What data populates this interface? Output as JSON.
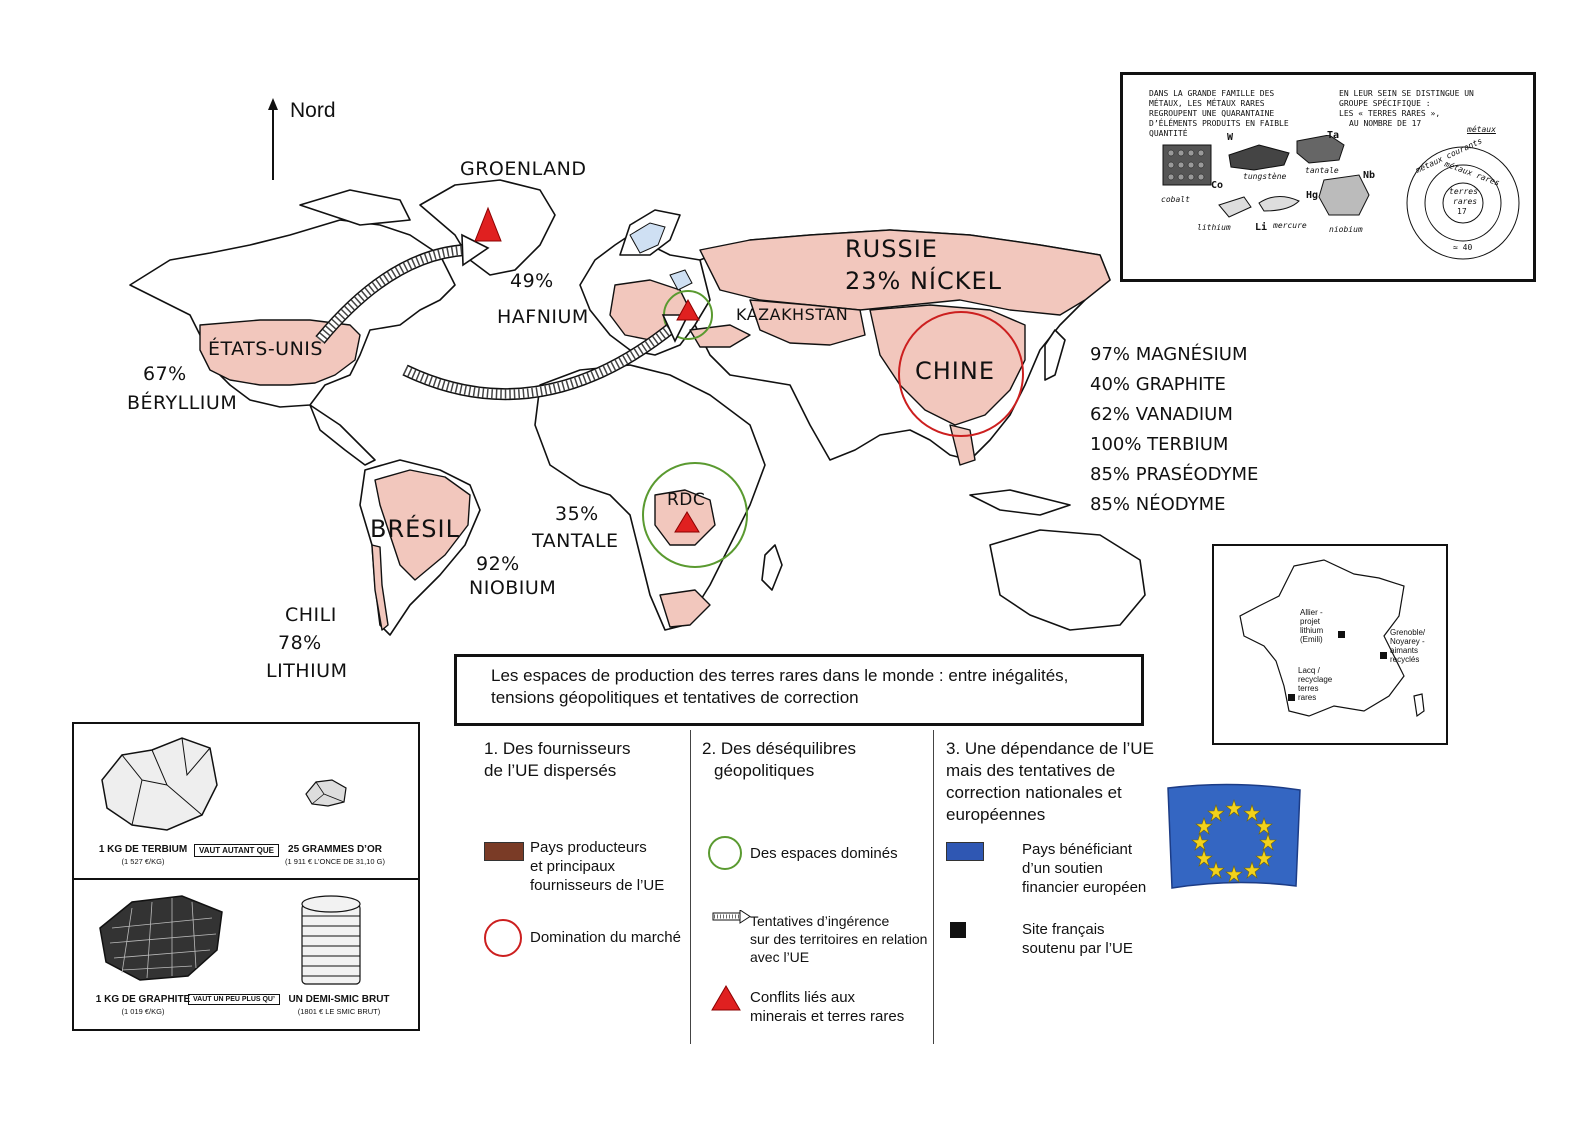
{
  "compass": {
    "label": "Nord"
  },
  "map_labels": {
    "greenland": "GROENLAND",
    "russia": "RUSSIE",
    "russia_stat": "23% NÍCKEL",
    "usa": "ÉTATS-UNIS",
    "usa_stat_pct": "67%",
    "usa_stat_metal": "BÉRYLLIUM",
    "eu_stat_pct": "49%",
    "eu_stat_metal": "HAFNIUM",
    "kazakhstan": "KAZAKHSTAN",
    "china": "CHINE",
    "brazil": "BRÉSIL",
    "brazil_stat_pct": "92%",
    "brazil_stat_metal": "NIOBIUM",
    "drc": "RDC",
    "drc_stat_pct": "35%",
    "drc_stat_metal": "TANTALE",
    "chile": "CHILI",
    "chile_stat_pct": "78%",
    "chile_stat_metal": "LITHIUM"
  },
  "china_stats": [
    "97% MAGNÉSIUM",
    "40% GRAPHITE",
    "62% VANADIUM",
    "100% TERBIUM",
    "85% PRASÉODYME",
    "85% NÉODYME"
  ],
  "title_box": {
    "line1": "Les espaces de production des terres rares dans le monde : entre inégalités,",
    "line2": "tensions géopolitiques et tentatives de correction"
  },
  "legend": {
    "col1": {
      "heading1": "1. Des fournisseurs",
      "heading2": "de l’UE dispersés",
      "item1_l1": "Pays producteurs",
      "item1_l2": "et principaux",
      "item1_l3": "fournisseurs de l’UE",
      "item2": "Domination du marché"
    },
    "col2": {
      "heading1": "2. Des déséquilibres",
      "heading2": "géopolitiques",
      "item1": "Des espaces dominés",
      "item2_l1": "Tentatives d’ingérence",
      "item2_l2": "sur des territoires en relation",
      "item2_l3": "avec l’UE",
      "item3_l1": "Conflits liés aux",
      "item3_l2": "minerais et terres rares"
    },
    "col3": {
      "heading1": "3. Une dépendance de l’UE",
      "heading2": "mais des tentatives de",
      "heading3": "correction nationales et",
      "heading4": "européennes",
      "item1_l1": "Pays bénéficiant",
      "item1_l2": "d’un soutien",
      "item1_l3": "financier européen",
      "item2_l1": "Site français",
      "item2_l2": "soutenu par l’UE"
    }
  },
  "comparison": {
    "terbium": "1 KG DE TERBIUM",
    "terbium_price": "(1 527 €/KG)",
    "vs1": "VAUT AUTANT QUE",
    "gold": "25 GRAMMES D’OR",
    "gold_price": "(1 911 € L’ONCE DE 31,10 G)",
    "graphite": "1 KG DE GRAPHITE",
    "graphite_price": "(1 019 €/KG)",
    "vs2": "VAUT UN PEU PLUS QU’",
    "smic": "UN DEMI-SMIC BRUT",
    "smic_price": "(1801 € LE SMIC BRUT)"
  },
  "france_map": {
    "allier_l1": "Allier -",
    "allier_l2": "projet",
    "allier_l3": "lithium",
    "allier_l4": "(Emili)",
    "grenoble_l1": "Grenoble/",
    "grenoble_l2": "Noyarey -",
    "grenoble_l3": "aimants",
    "grenoble_l4": "recyclés",
    "lacq_l1": "Lacq /",
    "lacq_l2": "recyclage",
    "lacq_l3": "terres",
    "lacq_l4": "rares"
  },
  "rare_box": {
    "left_l1": "DANS LA GRANDE FAMILLE DES",
    "left_l2": "MÉTAUX, LES MÉTAUX RARES",
    "left_l3": "REGROUPENT UNE QUARANTAINE",
    "left_l4": "D’ÉLÉMENTS PRODUITS EN FAIBLE",
    "left_l5": "QUANTITÉ",
    "right_l1": "EN LEUR SEIN SE DISTINGUE UN",
    "right_l2": "GROUPE SPÉCIFIQUE :",
    "right_l3": "LES « TERRES RARES »,",
    "right_l4": "AU NOMBRE DE 17",
    "w": "W",
    "ta": "Ta",
    "co": "Co",
    "hg": "Hg",
    "nb": "Nb",
    "li": "Li",
    "tungstene": "tungstène",
    "tantale": "tantale",
    "cobalt": "cobalt",
    "lithium": "lithium",
    "mercure": "mercure",
    "niobium": "niobium",
    "metaux": "métaux",
    "metaux_courants": "métaux courants",
    "metaux_rares": "métaux rares",
    "terres": "terres",
    "rares": "rares",
    "n17": "17",
    "n40": "≃ 40"
  },
  "colors": {
    "producer_fill": "#f2c7bd",
    "producer_legend": "#7a3b26",
    "domination": "#cc1f1f",
    "dominated": "#5a9a30",
    "conflict": "#e02020",
    "eu_support": "#2f57b3",
    "flag_blue": "#3466c2",
    "flag_star": "#f3d21c"
  }
}
